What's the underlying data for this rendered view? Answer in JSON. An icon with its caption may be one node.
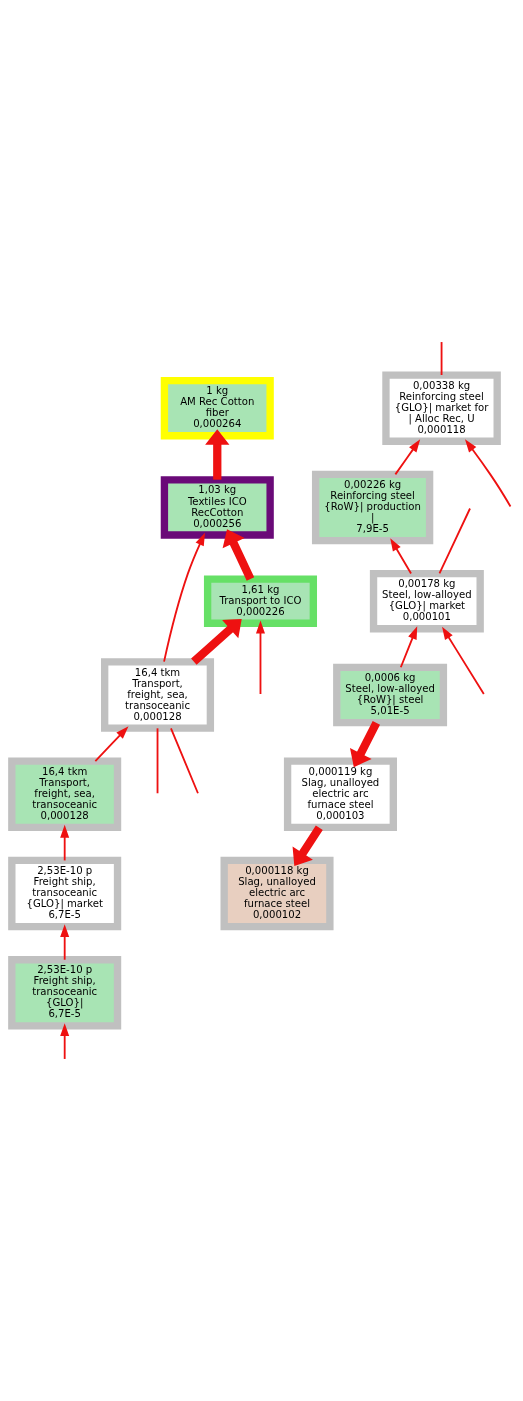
{
  "diagram": {
    "nodes": [
      {
        "text": [
          "1 kg",
          "AM Rec Cotton fiber",
          "0,000264"
        ]
      },
      {
        "text": [
          "1,03 kg",
          "Textiles ICO RecCotton",
          "0,000256"
        ]
      },
      {
        "text": [
          "1,61 kg",
          "Transport to ICO",
          "0,000226"
        ]
      },
      {
        "text": [
          "16,4 tkm",
          "Transport, freight, sea, transoceanic",
          "0,000128"
        ]
      },
      {
        "text": [
          "16,4 tkm",
          "Transport, freight, sea, transoceanic",
          "0,000128"
        ]
      },
      {
        "text": [
          "2,53E-10 p",
          "Freight ship, transoceanic {GLO}| market",
          "6,7E-5"
        ]
      },
      {
        "text": [
          "2,53E-10 p",
          "Freight ship, transoceanic {GLO}|",
          "6,7E-5"
        ]
      },
      {
        "text": [
          "0,00338 kg",
          "Reinforcing steel {GLO}| market for | Alloc Rec, U",
          "0,000118"
        ]
      },
      {
        "text": [
          "0,00226 kg",
          "Reinforcing steel {RoW}| production |",
          "7,9E-5"
        ]
      },
      {
        "text": [
          "0,00178 kg",
          "Steel, low-alloyed {GLO}| market",
          "0,000101"
        ]
      },
      {
        "text": [
          "0,0006 kg",
          "Steel, low-alloyed {RoW}| steel",
          "5,01E-5"
        ]
      },
      {
        "text": [
          "0,000119 kg",
          "Slag, unalloyed electric arc furnace steel",
          "0,000103"
        ]
      },
      {
        "text": [
          "0,000118 kg",
          "Slag, unalloyed electric arc furnace steel",
          "0,000102"
        ]
      }
    ],
    "edges": [
      {
        "from": 1,
        "to": 0,
        "arrow": "to",
        "style": "thick"
      },
      {
        "from": 2,
        "to": 1,
        "arrow": "to",
        "style": "thick"
      },
      {
        "from": 3,
        "to": 2,
        "arrow": "to",
        "style": "thick"
      },
      {
        "from": 4,
        "to": 3,
        "arrow": "to"
      },
      {
        "from": 5,
        "to": 4,
        "arrow": "to"
      },
      {
        "from": 6,
        "to": 5,
        "arrow": "to"
      },
      {
        "from": null,
        "to": 6,
        "arrow": "to"
      },
      {
        "from": 3,
        "to": 1,
        "arrow": "to"
      },
      {
        "from": null,
        "to": 2,
        "arrow": "to"
      },
      {
        "from": null,
        "to": 3,
        "arrow": "none"
      },
      {
        "from": null,
        "to": 3,
        "arrow": "none"
      },
      {
        "from": null,
        "to": 7,
        "arrow": "to"
      },
      {
        "from": 7,
        "to": null,
        "arrow": "none"
      },
      {
        "from": 8,
        "to": 7,
        "arrow": "to"
      },
      {
        "from": 9,
        "to": 8,
        "arrow": "to"
      },
      {
        "from": 10,
        "to": 9,
        "arrow": "to"
      },
      {
        "from": 10,
        "to": 11,
        "arrow": "to",
        "style": "thick"
      },
      {
        "from": 11,
        "to": 12,
        "arrow": "to",
        "style": "thick"
      },
      {
        "from": 9,
        "to": null,
        "arrow": "none"
      },
      {
        "from": null,
        "to": 9,
        "arrow": "to"
      }
    ]
  }
}
